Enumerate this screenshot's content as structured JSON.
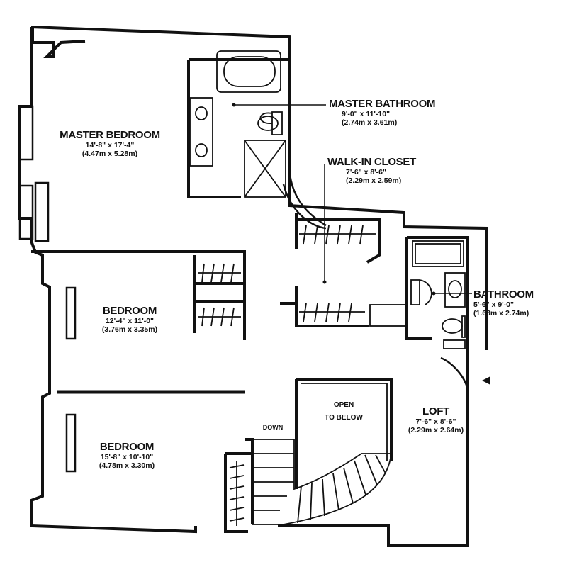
{
  "rooms": {
    "master_bedroom": {
      "name": "MASTER BEDROOM",
      "dim_imperial": "14'-8\" x 17'-4\"",
      "dim_metric": "(4.47m x 5.28m)"
    },
    "master_bathroom": {
      "name": "MASTER BATHROOM",
      "dim_imperial": "9'-0\" x 11'-10\"",
      "dim_metric": "(2.74m x 3.61m)"
    },
    "walk_in_closet": {
      "name": "WALK-IN CLOSET",
      "dim_imperial": "7'-6\" x 8'-6\"",
      "dim_metric": "(2.29m x 2.59m)"
    },
    "bathroom": {
      "name": "BATHROOM",
      "dim_imperial": "5'-6\" x 9'-0\"",
      "dim_metric": "(1.68m x 2.74m)"
    },
    "bedroom_1": {
      "name": "BEDROOM",
      "dim_imperial": "12'-4\" x 11'-0\"",
      "dim_metric": "(3.76m x 3.35m)"
    },
    "bedroom_2": {
      "name": "BEDROOM",
      "dim_imperial": "15'-8\" x 10'-10\"",
      "dim_metric": "(4.78m x 3.30m)"
    },
    "loft": {
      "name": "LOFT",
      "dim_imperial": "7'-6\" x 8'-6\"",
      "dim_metric": "(2.29m x 2.64m)"
    }
  },
  "annotations": {
    "open_to_below_line1": "OPEN",
    "open_to_below_line2": "TO BELOW",
    "stair_direction": "DOWN"
  }
}
